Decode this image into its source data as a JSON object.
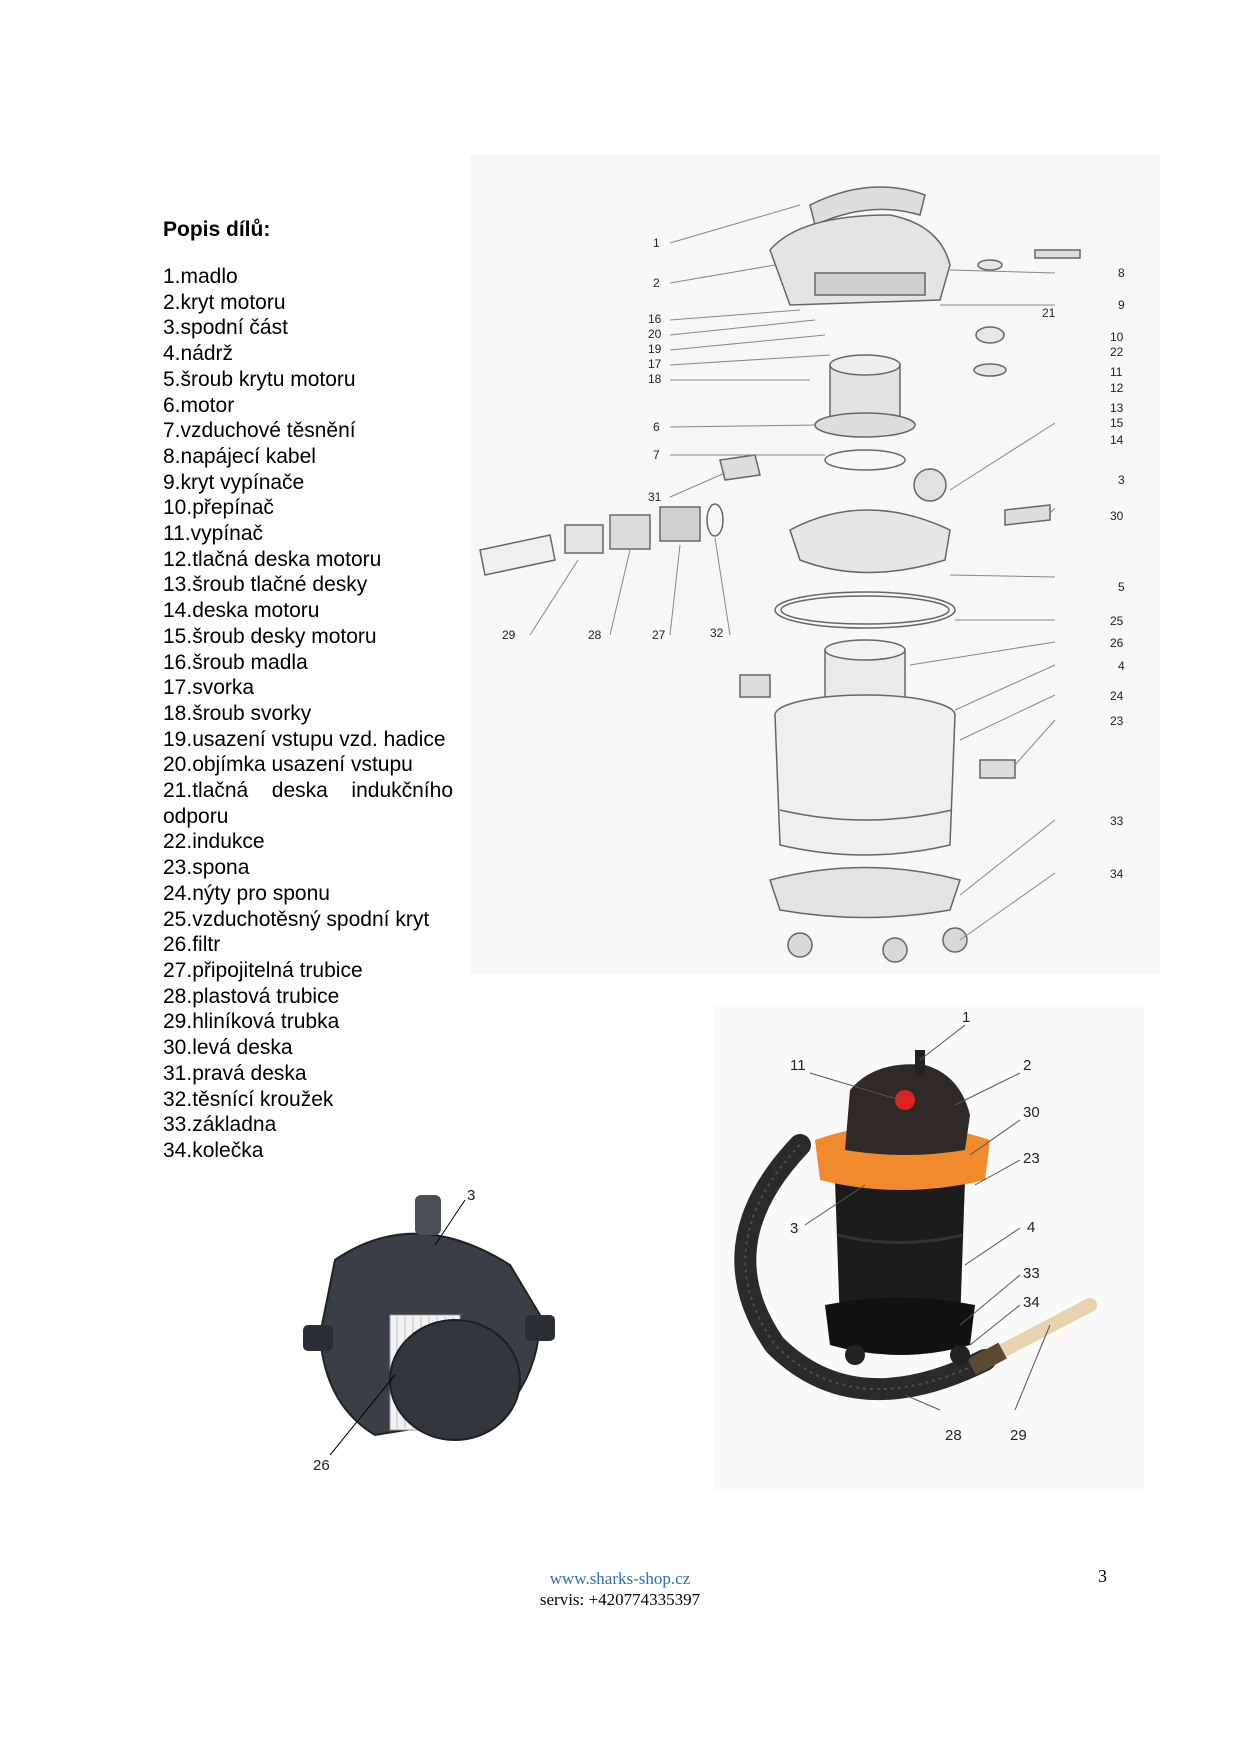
{
  "parts_title": "Popis dílů:",
  "parts": [
    "1.madlo",
    "2.kryt motoru",
    "3.spodní část",
    "4.nádrž",
    "5.šroub krytu motoru",
    "6.motor",
    "7.vzduchové těsnění",
    "8.napájecí kabel",
    "9.kryt vypínače",
    "10.přepínač",
    "11.vypínač",
    "12.tlačná deska motoru",
    "13.šroub tlačné desky",
    "14.deska motoru",
    "15.šroub desky motoru",
    "16.šroub madla",
    "17.svorka",
    "18.šroub svorky",
    "19.usazení vstupu vzd. hadice",
    "20.objímka usazení vstupu",
    "21.tlačná deska indukčního odporu",
    "22.indukce",
    "23.spona",
    "24.nýty pro sponu",
    "25.vzduchotěsný spodní kryt",
    "26.filtr",
    "27.připojitelná trubice",
    "28.plastová trubice",
    "29.hliníková trubka",
    "30.levá deska",
    "31.pravá deska",
    "32.těsnící kroužek",
    "33.základna",
    "34.kolečka"
  ],
  "exploded_left_labels": [
    "1",
    "2",
    "16",
    "20",
    "19",
    "17",
    "18",
    "6",
    "7",
    "31"
  ],
  "exploded_right_labels": [
    "8",
    "9",
    "21",
    "10",
    "22",
    "11",
    "12",
    "13",
    "15",
    "14",
    "3",
    "30",
    "5",
    "25",
    "26",
    "4",
    "24",
    "23",
    "33",
    "34"
  ],
  "exploded_bottom_labels": [
    "29",
    "28",
    "27",
    "32"
  ],
  "filter_photo_labels": [
    "3",
    "26"
  ],
  "vacuum_photo_labels": [
    "1",
    "11",
    "2",
    "30",
    "23",
    "3",
    "4",
    "33",
    "34",
    "28",
    "29"
  ],
  "footer": {
    "url": "www.sharks-shop.cz",
    "service": "servis: +420774335397"
  },
  "page_number": "3",
  "colors": {
    "accent_orange": "#f08a2c",
    "link_blue": "#2e6fb5"
  }
}
